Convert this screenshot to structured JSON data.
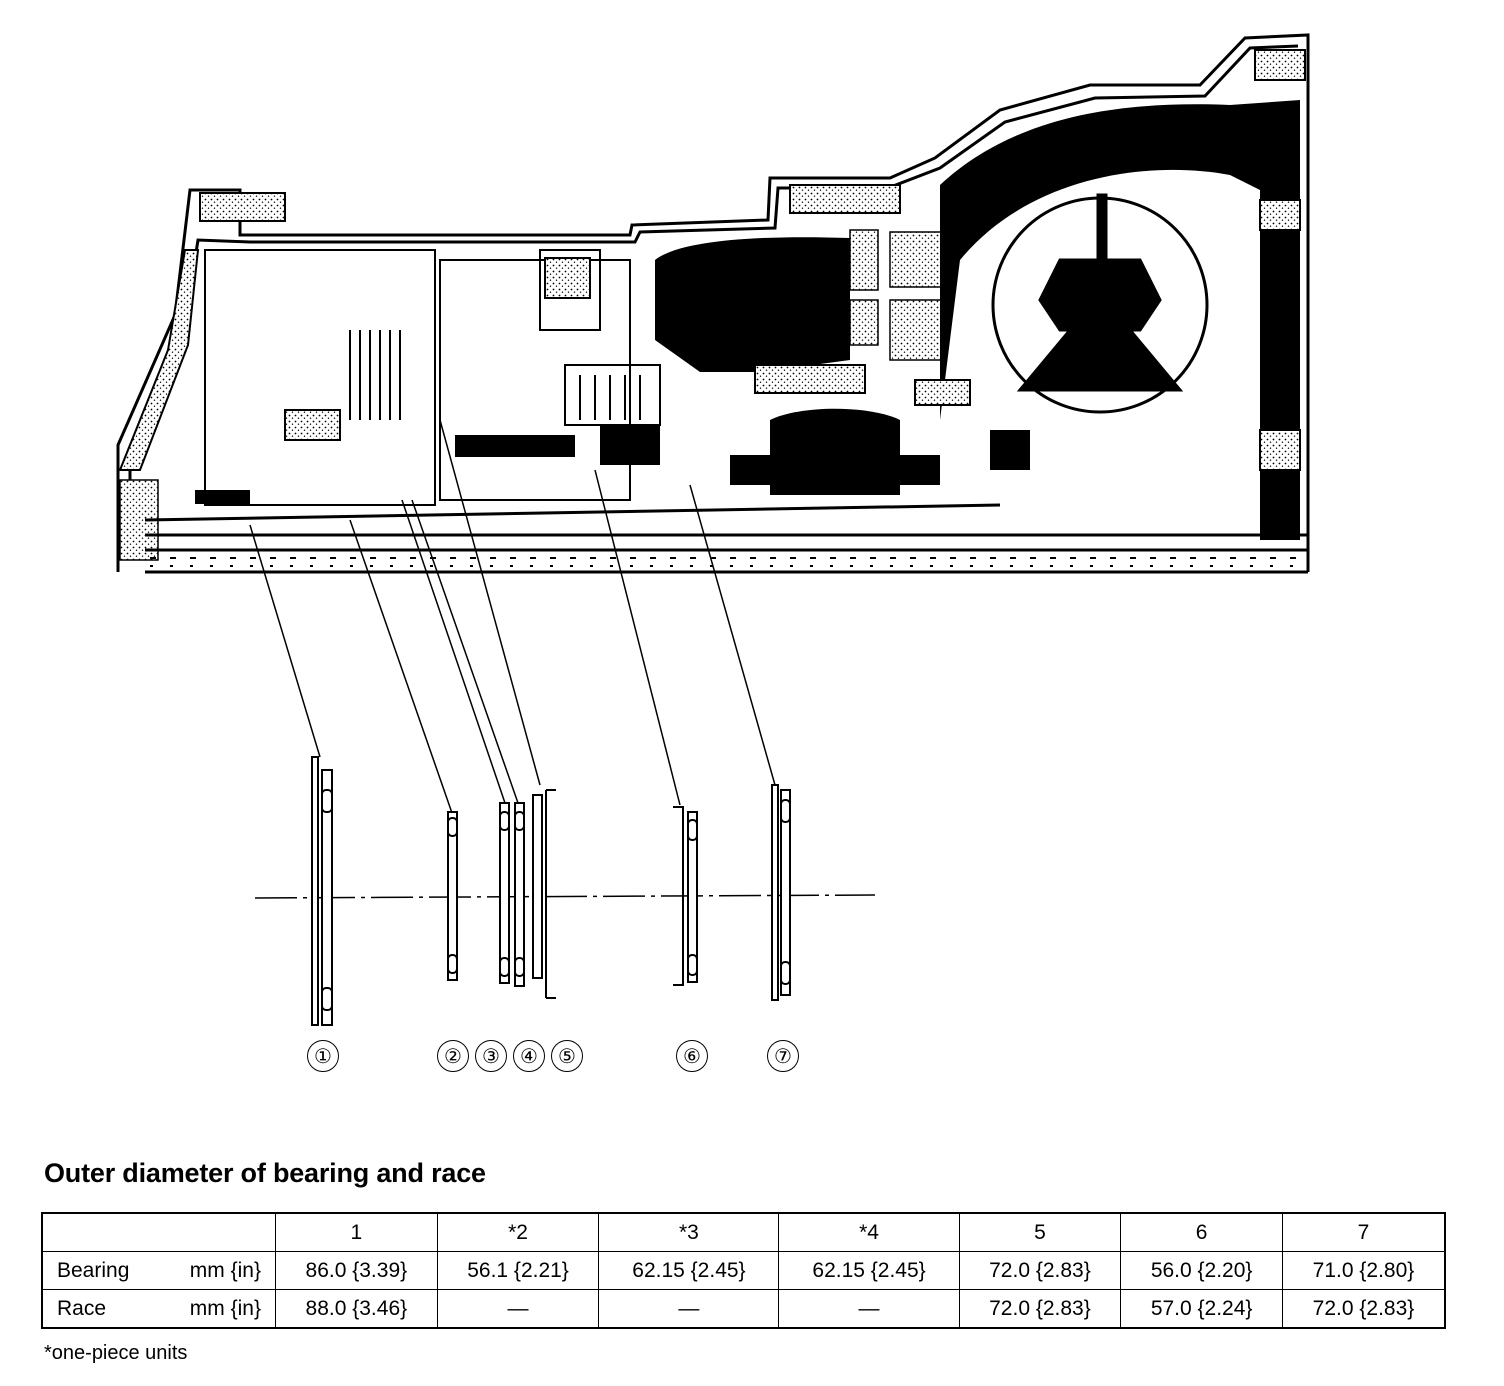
{
  "callouts": [
    "①",
    "②",
    "③",
    "④",
    "⑤",
    "⑥",
    "⑦"
  ],
  "table": {
    "title": "Outer diameter of bearing and race",
    "columns": [
      "1",
      "*2",
      "*3",
      "*4",
      "5",
      "6",
      "7"
    ],
    "rows": [
      {
        "label": "Bearing",
        "unit": "mm {in}",
        "values": [
          "86.0 {3.39}",
          "56.1 {2.21}",
          "62.15 {2.45}",
          "62.15 {2.45}",
          "72.0 {2.83}",
          "56.0 {2.20}",
          "71.0 {2.80}"
        ]
      },
      {
        "label": "Race",
        "unit": "mm {in}",
        "values": [
          "88.0 {3.46}",
          "—",
          "—",
          "—",
          "72.0 {2.83}",
          "57.0 {2.24}",
          "72.0 {2.83}"
        ]
      }
    ],
    "footnote": "*one-piece units"
  }
}
